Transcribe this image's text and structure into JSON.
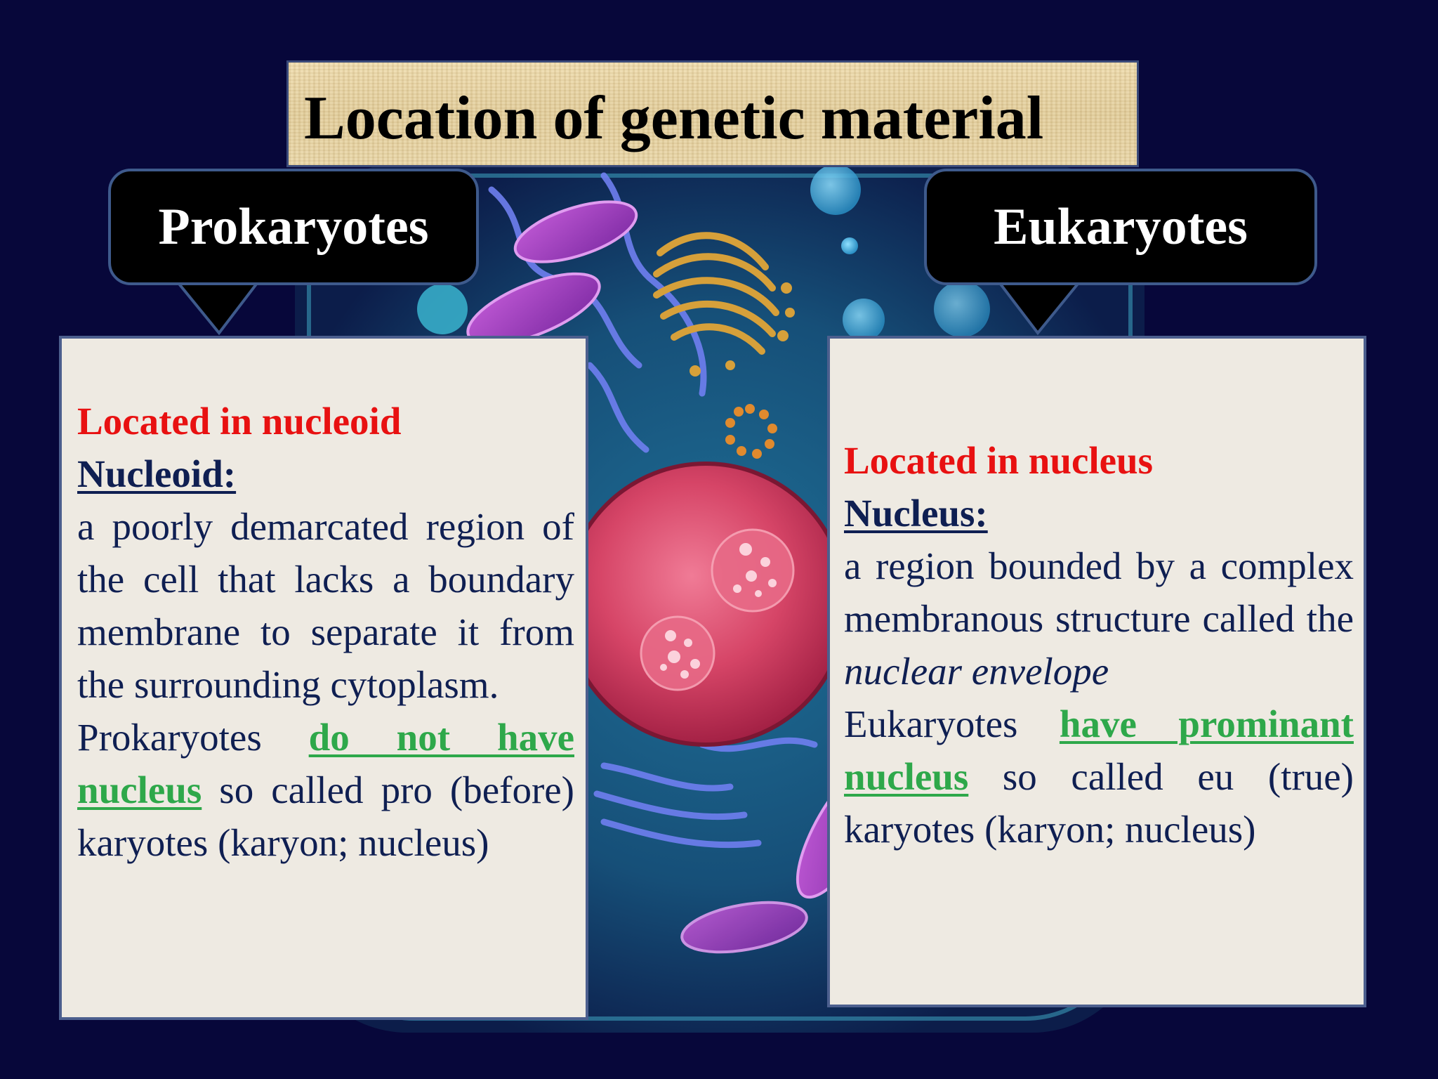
{
  "title": "Location of genetic material",
  "prokaryotes": {
    "heading": "Prokaryotes",
    "located": "Located in nucleoid",
    "term": "Nucleoid:",
    "definition": "a poorly demarcated region of the cell that lacks a boundary membrane to separate it from the surrounding cytoplasm.",
    "sentence_start": "Prokaryotes ",
    "highlight": "do not have nucleus",
    "sentence_end": " so called pro (before) karyotes (karyon; nucleus)"
  },
  "eukaryotes": {
    "heading": "Eukaryotes",
    "located": "Located in nucleus",
    "term": "Nucleus:",
    "definition_start": "a region bounded by a complex membranous structure called the ",
    "definition_italic": "nuclear envelope",
    "sentence_start": "Eukaryotes ",
    "highlight": "have prominant nucleus",
    "sentence_end": " so called  eu (true) karyotes (karyon; nucleus)"
  },
  "colors": {
    "background": "#07073a",
    "red_heading": "#e81111",
    "green_highlight": "#2ea84a",
    "body_text": "#0f1f52",
    "callout": "#000000"
  }
}
